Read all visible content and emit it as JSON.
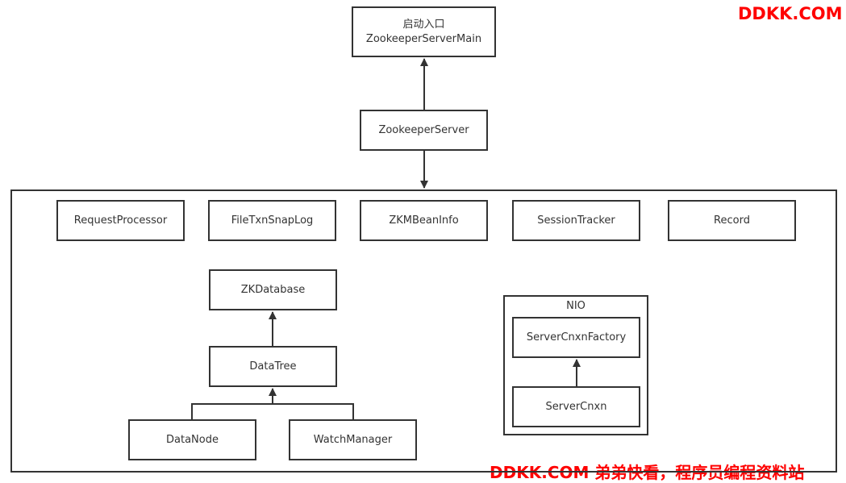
{
  "watermark_top": "DDKK.COM",
  "watermark_bottom": "DDKK.COM 弟弟快看，程序员编程资料站",
  "colors": {
    "stroke": "#333333",
    "watermark": "#ff0000",
    "background": "#ffffff"
  },
  "nodes": {
    "entry": {
      "line1": "启动入口",
      "line2": "ZookeeperServerMain"
    },
    "zookeeper_server": "ZookeeperServer",
    "request_processor": "RequestProcessor",
    "file_txn_snap_log": "FileTxnSnapLog",
    "zkm_bean_info": "ZKMBeanInfo",
    "session_tracker": "SessionTracker",
    "record": "Record",
    "zk_database": "ZKDatabase",
    "data_tree": "DataTree",
    "data_node": "DataNode",
    "watch_manager": "WatchManager",
    "nio_group": "NIO",
    "server_cnxn_factory": "ServerCnxnFactory",
    "server_cnxn": "ServerCnxn"
  }
}
